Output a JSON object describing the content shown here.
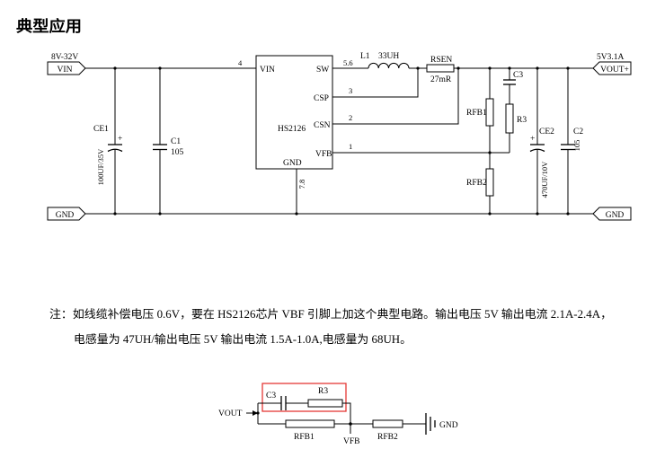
{
  "page": {
    "heading": "典型应用"
  },
  "main_schematic": {
    "input": {
      "range": "8V-32V",
      "port": "VIN"
    },
    "output": {
      "spec": "5V3.1A",
      "port": "VOUT+"
    },
    "ground": {
      "left_port": "GND",
      "right_port": "GND"
    },
    "chip": {
      "part_number": "HS2126",
      "pins": {
        "vin": "VIN",
        "sw": "SW",
        "csp": "CSP",
        "csn": "CSN",
        "vfb": "VFB",
        "gnd": "GND"
      },
      "pin_numbers": {
        "vin": "4",
        "sw": "5.6",
        "csp": "3",
        "csn": "2",
        "vfb": "1",
        "gnd": "7.8"
      }
    },
    "components": {
      "ce1": {
        "ref": "CE1",
        "value": "100UF/35V",
        "polarity": "+"
      },
      "c1": {
        "ref": "C1",
        "value": "105"
      },
      "l1": {
        "ref": "L1",
        "value": "33UH"
      },
      "rsen": {
        "ref": "RSEN",
        "value": "27mR"
      },
      "c3": {
        "ref": "C3"
      },
      "r3": {
        "ref": "R3"
      },
      "rfb1": {
        "ref": "RFB1"
      },
      "rfb2": {
        "ref": "RFB2"
      },
      "ce2": {
        "ref": "CE2",
        "value": "470UF/10V",
        "polarity": "+"
      },
      "c2": {
        "ref": "C2",
        "value": "105"
      }
    }
  },
  "note": {
    "line1": "注：如线缆补偿电压 0.6V，要在 HS2126芯片 VBF 引脚上加这个典型电路。输出电压 5V 输出电流 2.1A-2.4A，",
    "line2": "电感量为 47UH/输出电压 5V 输出电流 1.5A-1.0A,电感量为 68UH。"
  },
  "detail_schematic": {
    "vout_label": "VOUT",
    "c3": "C3",
    "r3": "R3",
    "rfb1": "RFB1",
    "rfb2": "RFB2",
    "vfb_label": "VFB",
    "gnd_label": "GND"
  },
  "colors": {
    "ink": "#000000",
    "highlight": "#e53935",
    "background": "#ffffff"
  }
}
